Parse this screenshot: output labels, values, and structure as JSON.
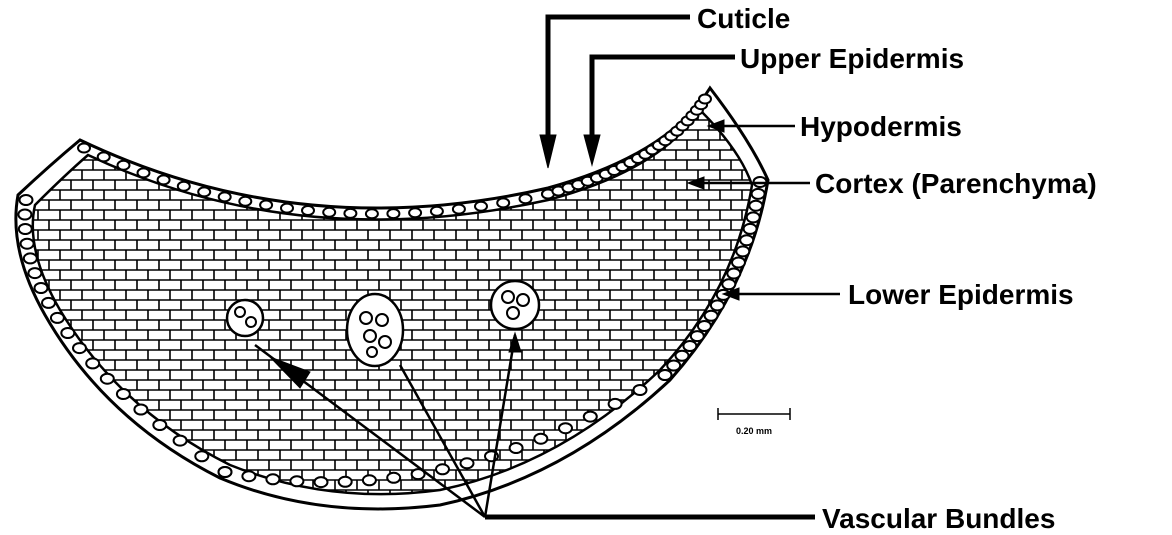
{
  "labels": {
    "cuticle": "Cuticle",
    "upper_epidermis": "Upper Epidermis",
    "hypodermis": "Hypodermis",
    "cortex": "Cortex (Parenchyma)",
    "lower_epidermis": "Lower Epidermis",
    "vascular_bundles": "Vascular Bundles"
  },
  "scale_bar": {
    "text": "0.20 mm"
  },
  "colors": {
    "ink": "#000000",
    "background": "#ffffff"
  }
}
